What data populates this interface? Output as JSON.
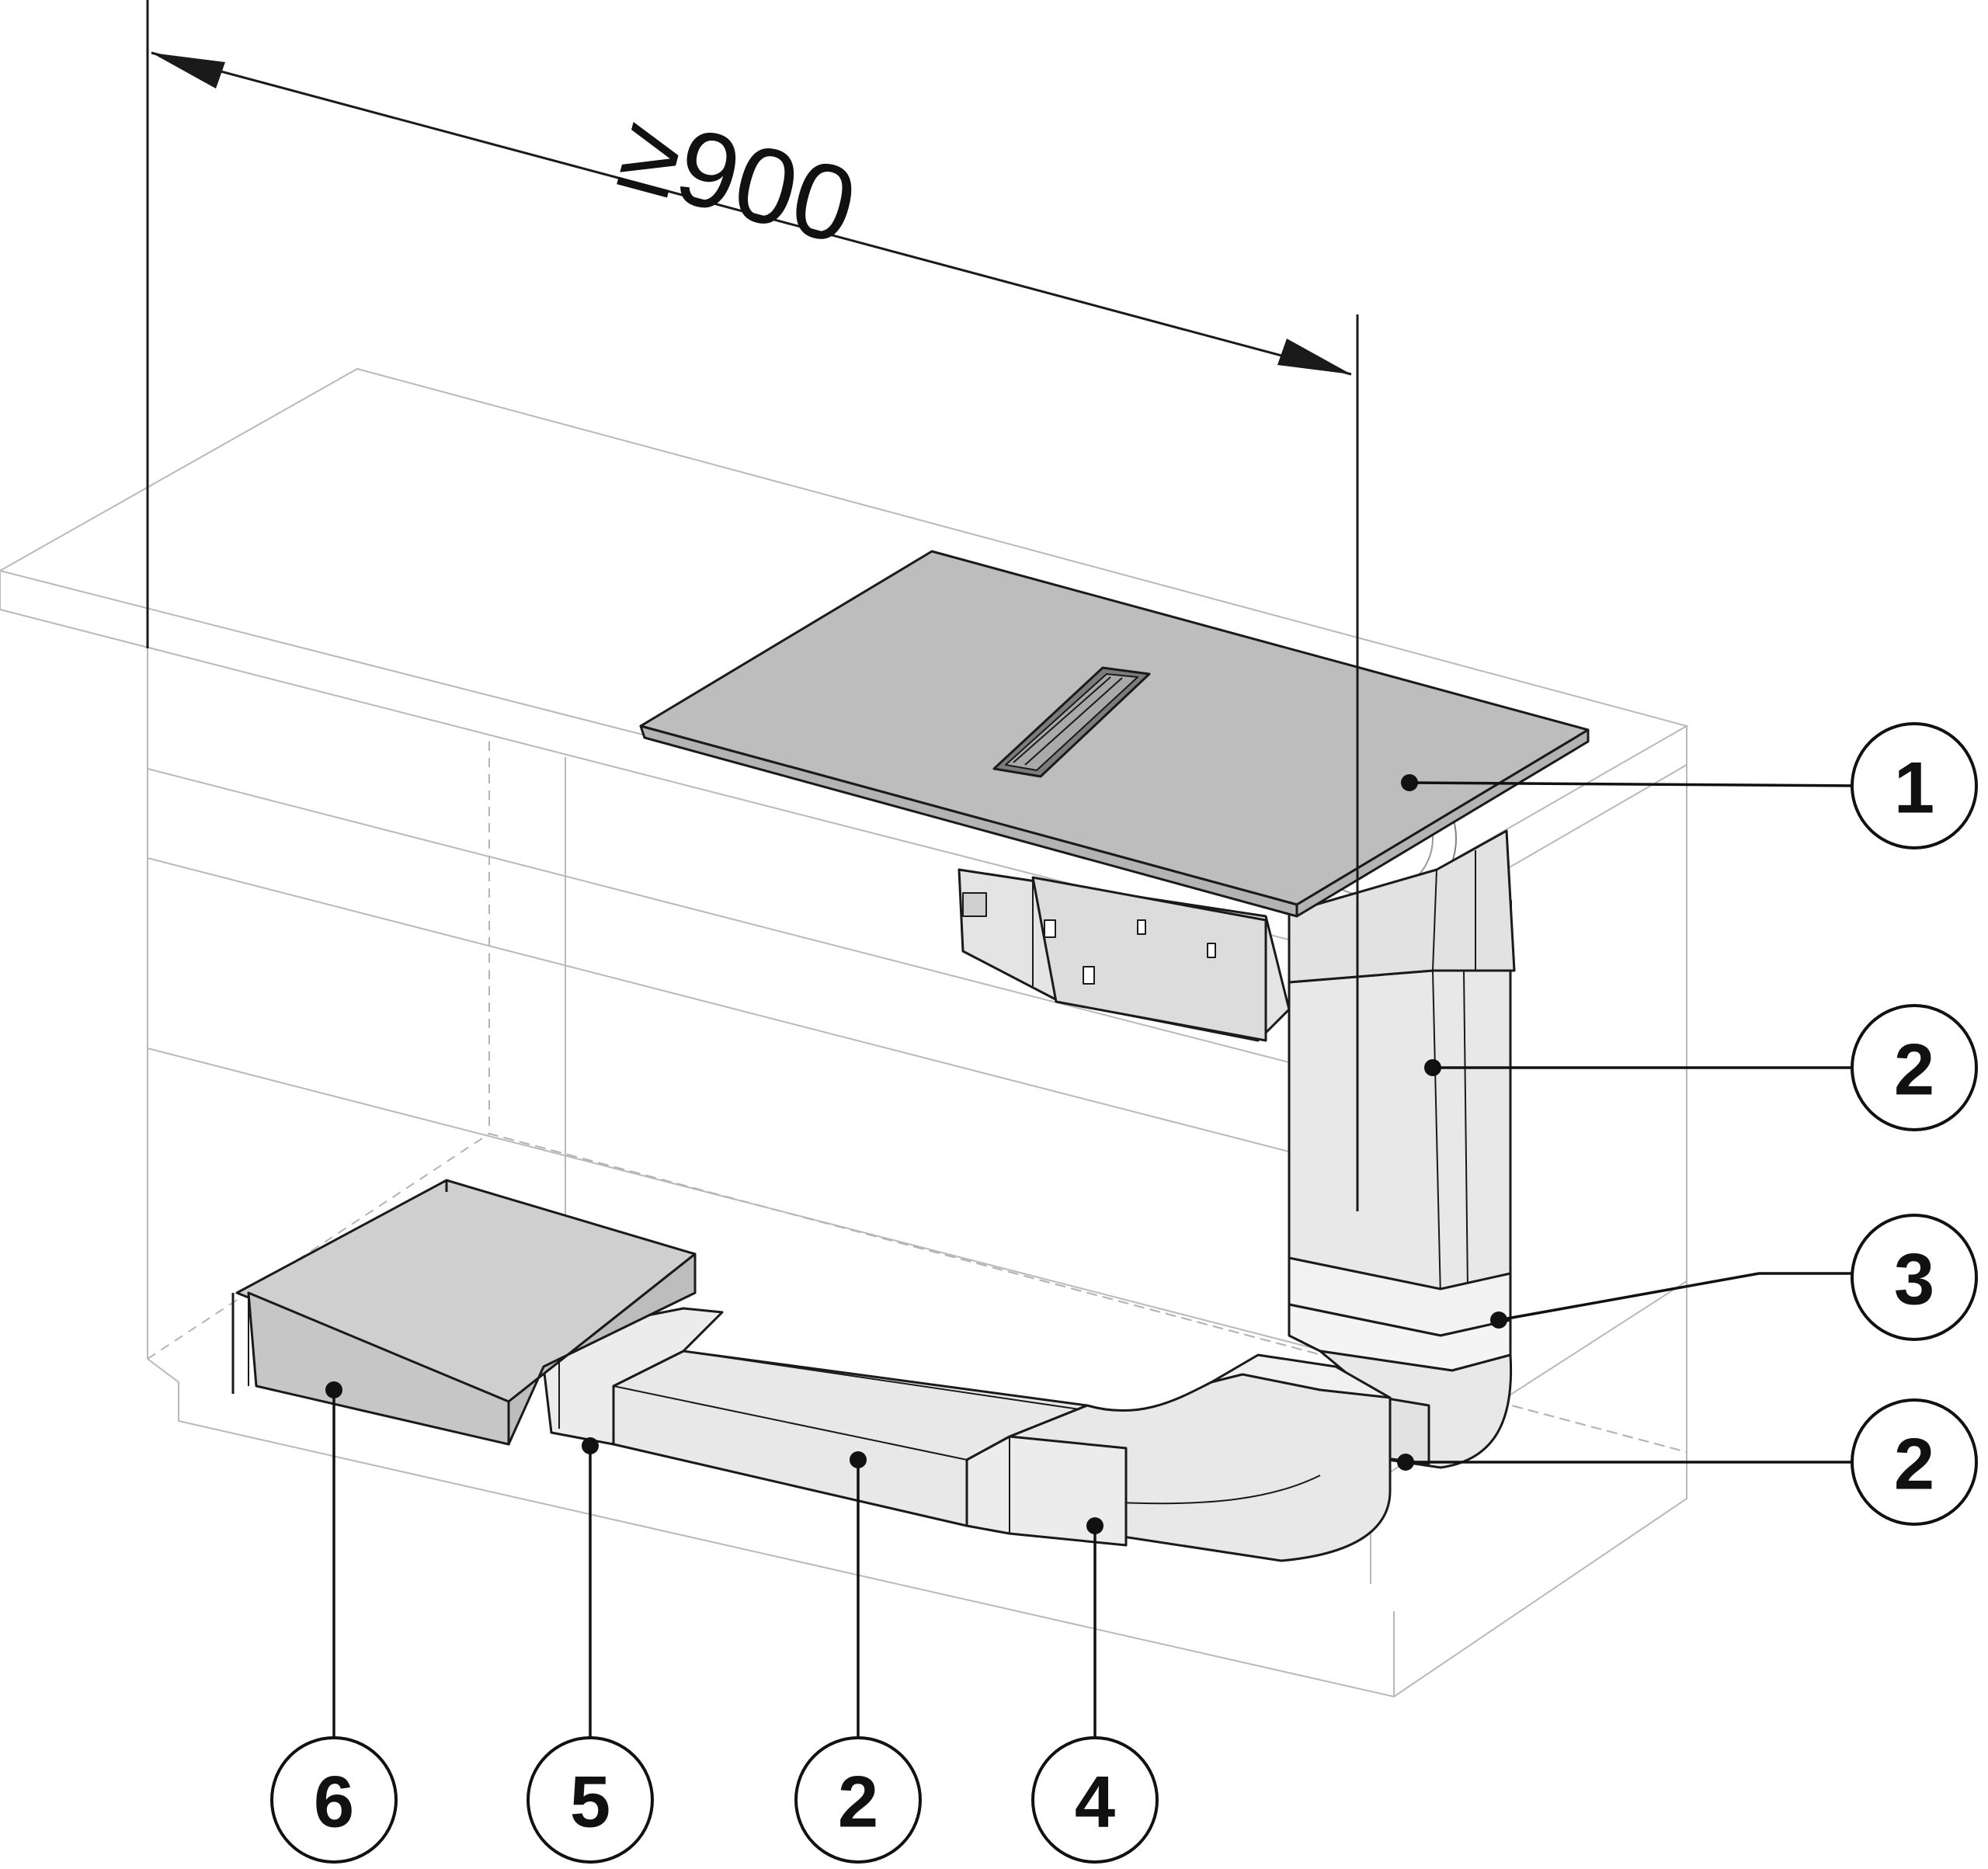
{
  "dimension": {
    "label": "≥900"
  },
  "callouts": [
    {
      "id": "1",
      "label": "1"
    },
    {
      "id": "2a",
      "label": "2"
    },
    {
      "id": "3",
      "label": "3"
    },
    {
      "id": "2b",
      "label": "2"
    },
    {
      "id": "6",
      "label": "6"
    },
    {
      "id": "5",
      "label": "5"
    },
    {
      "id": "2c",
      "label": "2"
    },
    {
      "id": "4",
      "label": "4"
    }
  ],
  "colors": {
    "cooktop": "#bdbdbd",
    "duct": "#e8e8e8",
    "filter_box": "#c6c6c6",
    "motor_unit": "#e4e4e4",
    "outline": "#1a1a1a",
    "cabinet_line": "#b9b9b9"
  }
}
